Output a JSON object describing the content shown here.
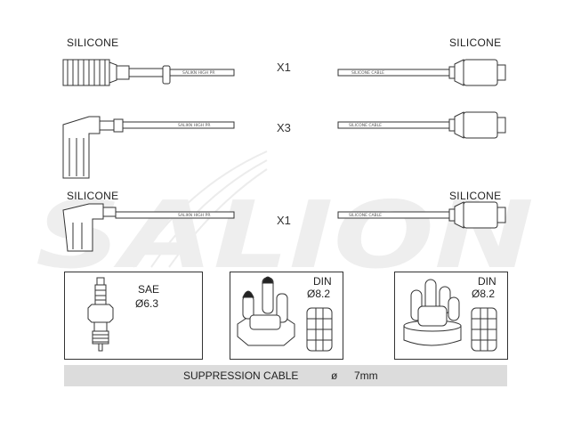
{
  "labels": {
    "row1_left": "SILICONE",
    "row1_right": "SILICONE",
    "row3_left": "SILICONE",
    "row3_right": "SILICONE"
  },
  "quantities": {
    "row1": "X1",
    "row2": "X3",
    "row3": "X1"
  },
  "cable_print": {
    "left": "SALIKN HIGH PR",
    "right": "SILICONE CABLE"
  },
  "watermark": "SALION",
  "boxes": {
    "spark_plug": {
      "type": "SAE",
      "size": "Ø6.3"
    },
    "distributor_a": {
      "type": "DIN",
      "size": "Ø8.2"
    },
    "distributor_b": {
      "type": "DIN",
      "size": "Ø8.2"
    }
  },
  "banner": {
    "text": "SUPPRESSION CABLE",
    "symbol": "ø",
    "size": "7mm"
  },
  "colors": {
    "line": "#333333",
    "banner_bg": "#dcdcdc",
    "watermark": "#e6e6e6"
  }
}
